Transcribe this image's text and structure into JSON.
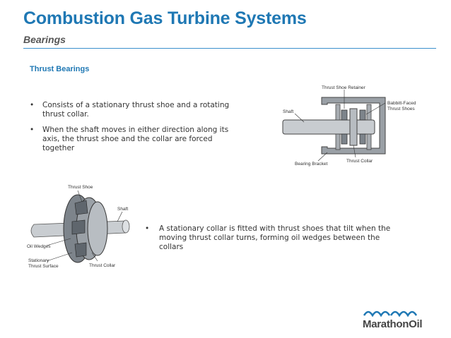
{
  "header": {
    "title": "Combustion Gas Turbine Systems",
    "subtitle": "Bearings"
  },
  "section_title": "Thrust Bearings",
  "bullets_top": [
    "Consists of a stationary thrust shoe and a rotating thrust collar.",
    "When the shaft moves in either direction along its axis, the thrust shoe and the collar are forced together"
  ],
  "bullet_bottom": "A stationary collar is fitted with thrust shoes that tilt when the moving thrust collar turns, forming oil wedges between the collars",
  "diagram_top_labels": {
    "retainer": "Thrust Shoe Retainer",
    "babbitt_1": "Babbitt-Faced",
    "babbitt_2": "Thrust Shoes",
    "shaft": "Shaft",
    "bracket": "Bearing Bracket",
    "collar": "Thrust Collar"
  },
  "diagram_bottom_labels": {
    "shoe": "Thrust Shoe",
    "shaft": "Shaft",
    "wedges": "Oil Wedges",
    "surface_1": "Stationary",
    "surface_2": "Thrust Surface",
    "collar": "Thrust Collar"
  },
  "logo": {
    "text": "MarathonOil",
    "accent": "#1f78b4"
  },
  "colors": {
    "title": "#1f78b4",
    "rule": "#3b8fcc"
  }
}
